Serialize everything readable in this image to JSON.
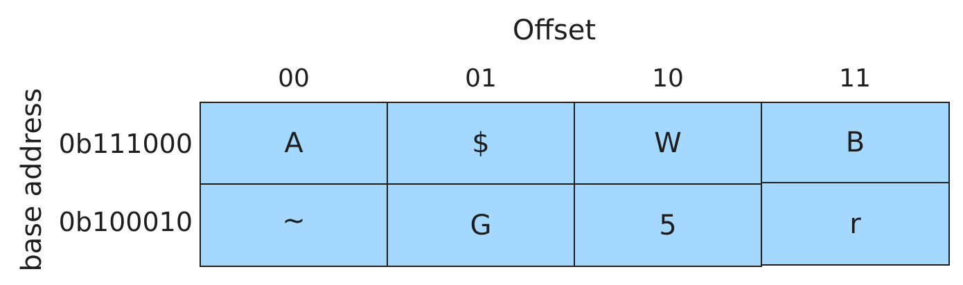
{
  "diagram": {
    "header": "Offset",
    "side_label": "base address",
    "columns": [
      "00",
      "01",
      "10",
      "11"
    ],
    "rows": [
      {
        "label": "0b111000",
        "cells": [
          "A",
          "$",
          "W",
          "B"
        ]
      },
      {
        "label": "0b100010",
        "cells": [
          "~",
          "G",
          "5",
          "r"
        ]
      }
    ],
    "cell_fill": "#a5d8ff",
    "stroke": "#1e1e1e"
  }
}
